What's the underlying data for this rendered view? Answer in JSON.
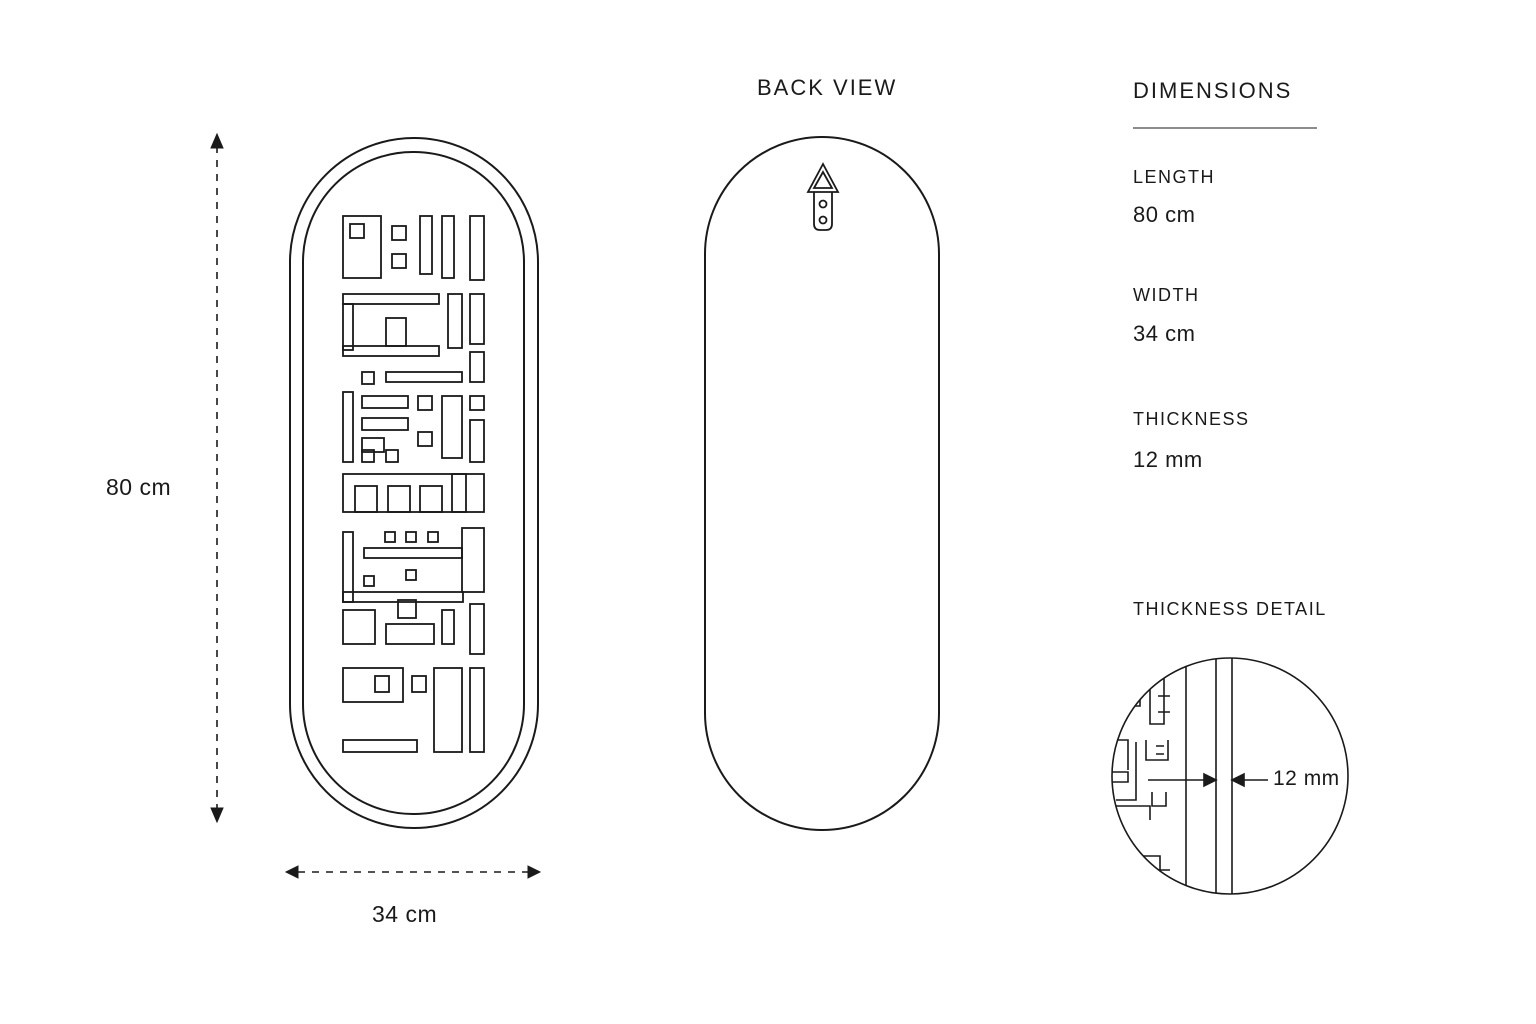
{
  "front_view": {
    "height_label": "80 cm",
    "width_label": "34 cm"
  },
  "back_view": {
    "title": "BACK VIEW"
  },
  "dimensions": {
    "heading": "DIMENSIONS",
    "length": {
      "label": "LENGTH",
      "value": "80 cm"
    },
    "width": {
      "label": "WIDTH",
      "value": "34 cm"
    },
    "thickness": {
      "label": "THICKNESS",
      "value": "12 mm"
    }
  },
  "thickness_detail": {
    "heading": "THICKNESS DETAIL",
    "callout": "12 mm"
  },
  "colors": {
    "line": "#1a1a1a",
    "background": "#ffffff"
  }
}
